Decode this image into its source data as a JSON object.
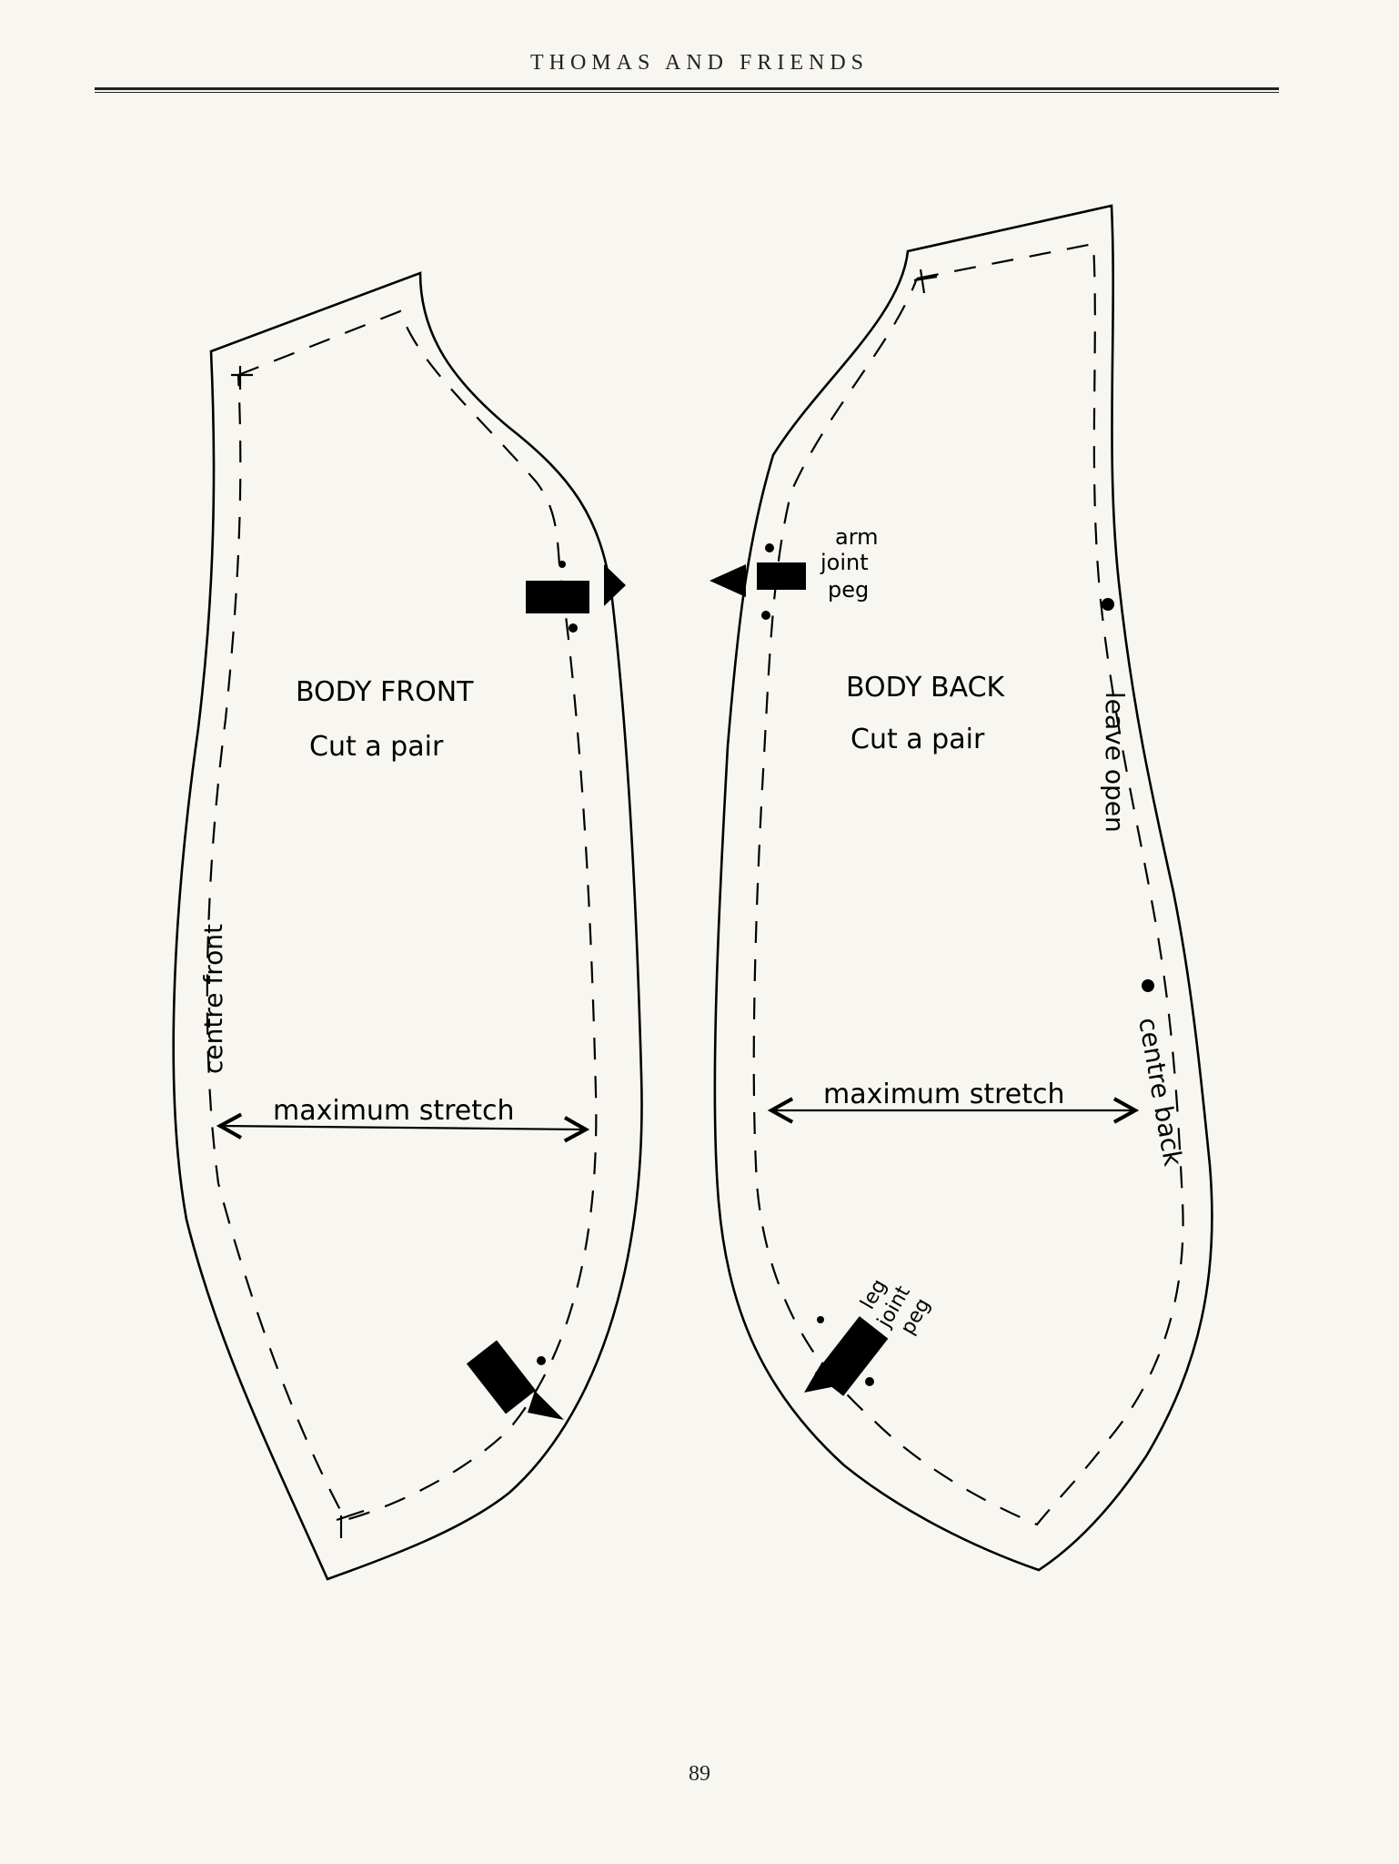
{
  "header": {
    "running_title": "THOMAS AND FRIENDS"
  },
  "pattern": {
    "body_front": {
      "title": "BODY FRONT",
      "instruction": "Cut a pair",
      "side_label": "centre front",
      "stretch_label": "maximum stretch"
    },
    "body_back": {
      "title": "BODY BACK",
      "instruction": "Cut a pair",
      "leave_open_label": "leave open",
      "side_label": "centre back",
      "stretch_label": "maximum stretch",
      "arm_peg_label": [
        "arm",
        "joint",
        "peg"
      ],
      "leg_peg_label": [
        "leg",
        "joint",
        "peg"
      ]
    }
  },
  "page_number": "89",
  "colors": {
    "paper": "#f7f6f1",
    "ink": "#000000"
  }
}
